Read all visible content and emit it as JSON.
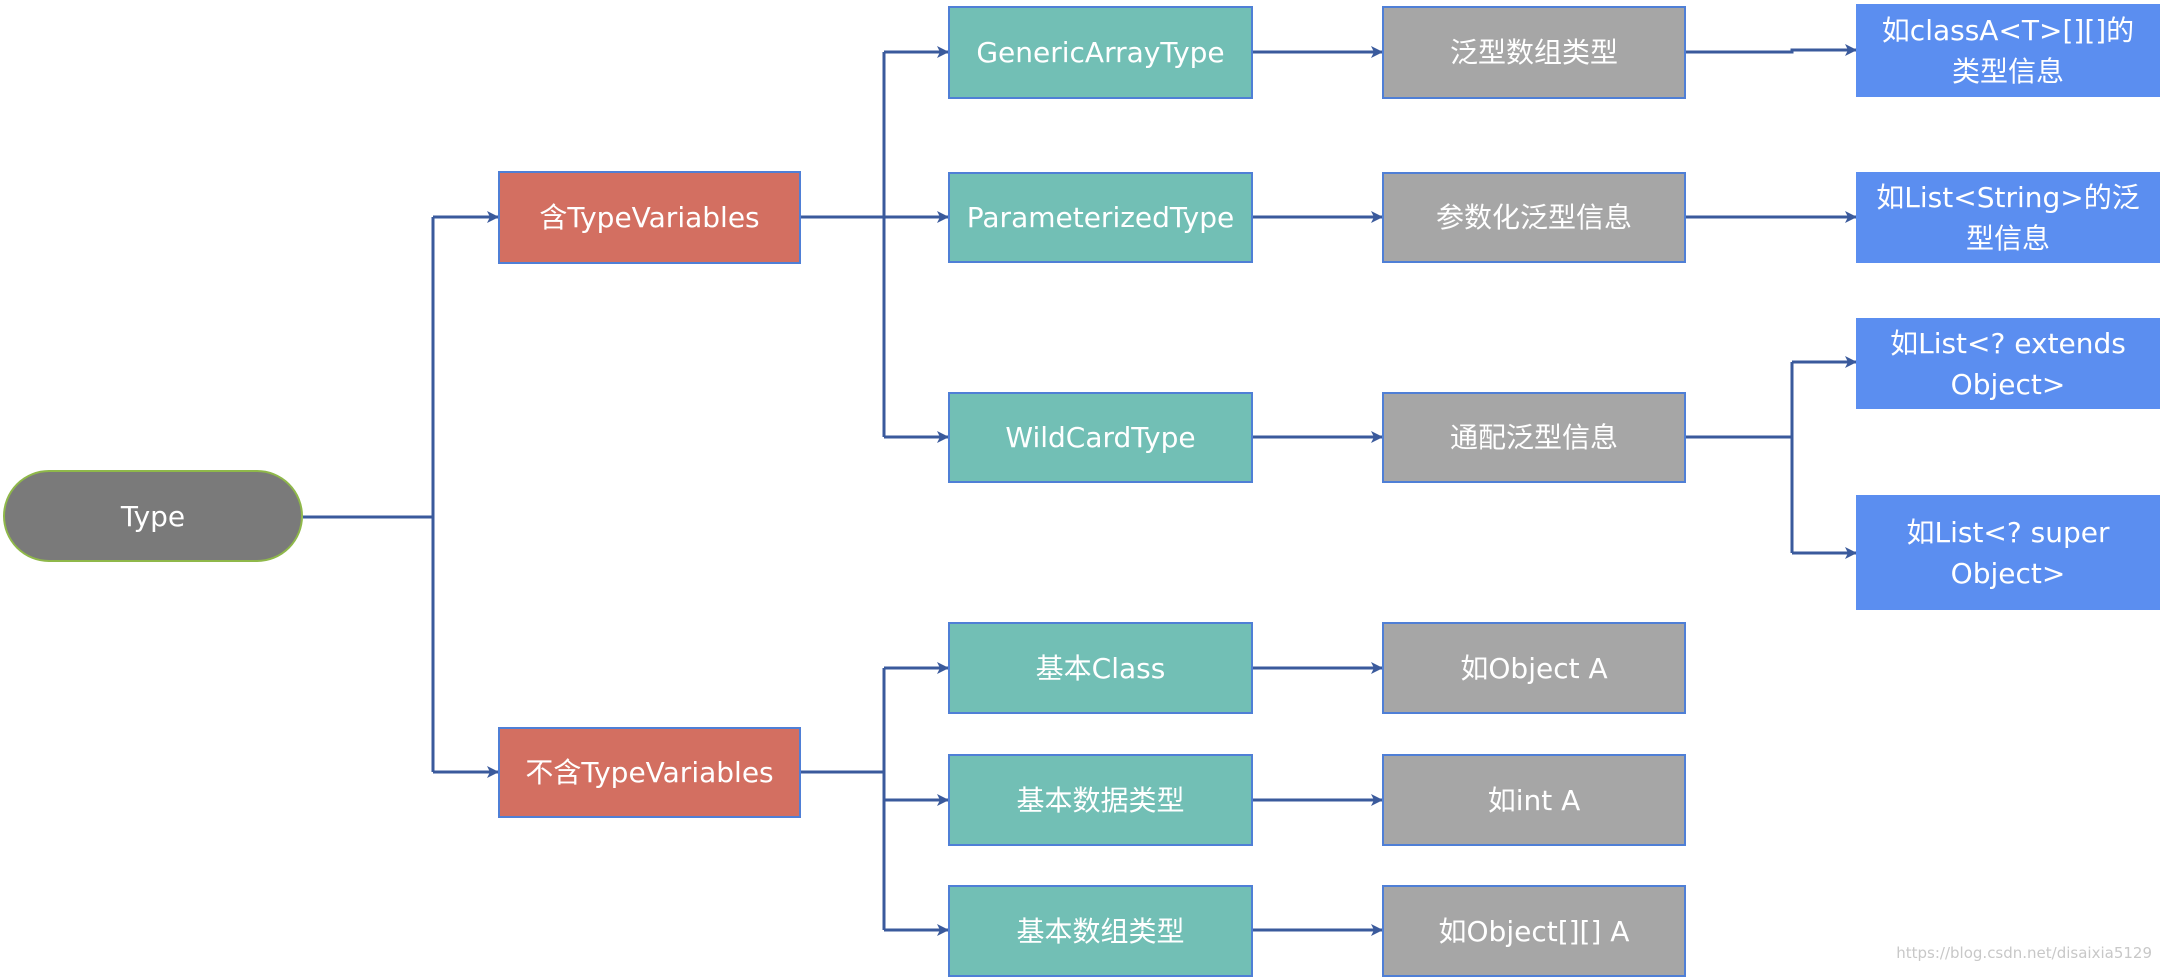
{
  "root": {
    "label": "Type"
  },
  "categories": [
    {
      "label": "含TypeVariables"
    },
    {
      "label": "不含TypeVariables"
    }
  ],
  "types": [
    {
      "label": "GenericArrayType"
    },
    {
      "label": "ParameterizedType"
    },
    {
      "label": "WildCardType"
    },
    {
      "label": "基本Class"
    },
    {
      "label": "基本数据类型"
    },
    {
      "label": "基本数组类型"
    }
  ],
  "descriptions": [
    {
      "label": "泛型数组类型"
    },
    {
      "label": "参数化泛型信息"
    },
    {
      "label": "通配泛型信息"
    },
    {
      "label": "如Object A"
    },
    {
      "label": "如int A"
    },
    {
      "label": "如Object[][] A"
    }
  ],
  "examples": [
    {
      "label": "如classA<T>[][]的\n类型信息"
    },
    {
      "label": "如List<String>的泛\n型信息"
    },
    {
      "label": "如List<? extends\nObject>"
    },
    {
      "label": "如List<? super\nObject>"
    }
  ],
  "colors": {
    "root": "#7a7a7a",
    "category": "#d36f61",
    "type": "#72bfb5",
    "description": "#a6a6a6",
    "example": "#5b8ef0",
    "connector": "#3a5a9c"
  },
  "watermark": "https://blog.csdn.net/disaixia5129"
}
